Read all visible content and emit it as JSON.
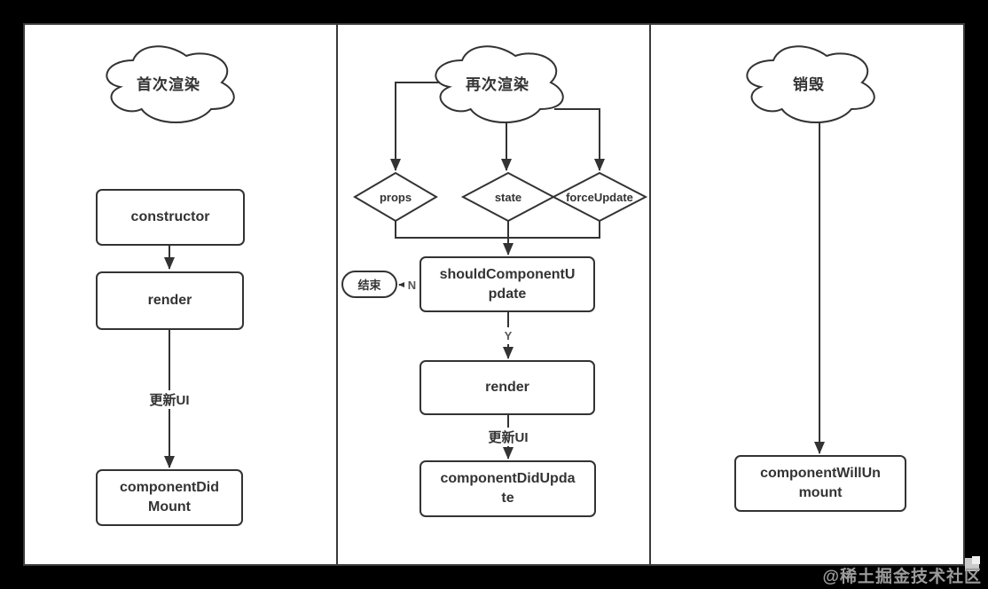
{
  "page": {
    "background_color": "#000000",
    "canvas_color": "#ffffff",
    "stroke_color": "#333333"
  },
  "watermark": {
    "text": "@稀土掘金技术社区"
  },
  "panels": [
    {
      "title": "首次渲染",
      "nodes": {
        "constructor": "constructor",
        "render": "render",
        "did_mount": "componentDidMount"
      },
      "edge_label": "更新UI"
    },
    {
      "title": "再次渲染",
      "diamonds": [
        "props",
        "state",
        "forceUpdate"
      ],
      "nodes": {
        "should_update": "shouldComponentUpdate",
        "render": "render",
        "did_update": "componentDidUpdate"
      },
      "end_label": "结束",
      "no_label": "N",
      "yes_label": "Y",
      "edge_label": "更新UI"
    },
    {
      "title": "销毁",
      "nodes": {
        "will_unmount": "componentWillUnmount"
      }
    }
  ]
}
